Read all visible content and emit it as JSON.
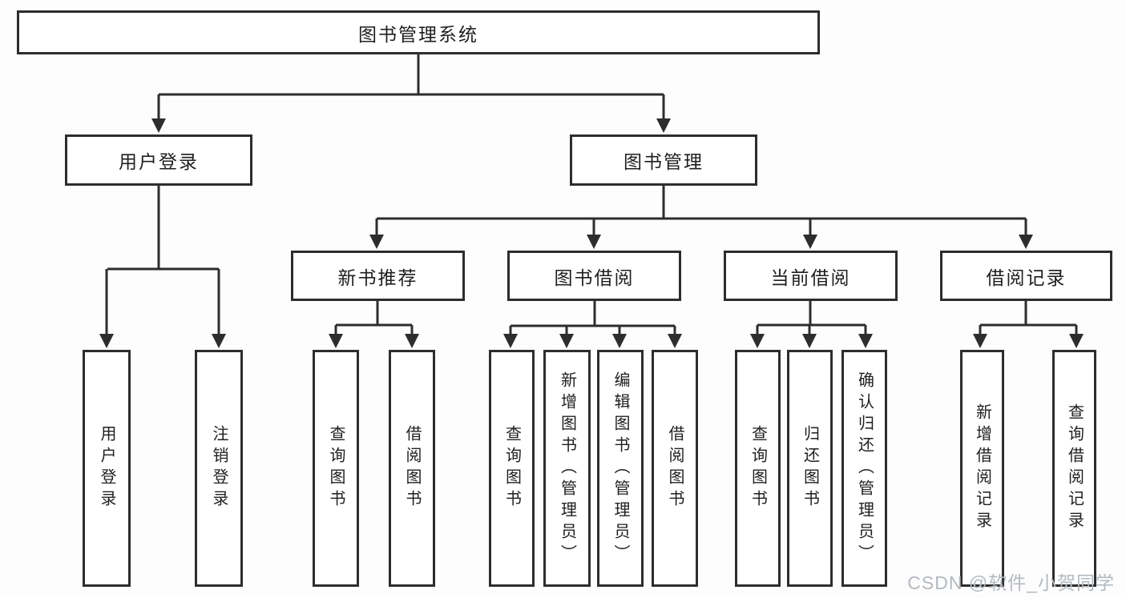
{
  "nodes": {
    "root": {
      "label": "图书管理系统"
    },
    "user_login": {
      "label": "用户登录"
    },
    "book_mgmt": {
      "label": "图书管理"
    },
    "new_book_rec": {
      "label": "新书推荐"
    },
    "book_borrow": {
      "label": "图书借阅"
    },
    "current_borrow": {
      "label": "当前借阅"
    },
    "borrow_records": {
      "label": "借阅记录"
    },
    "leaf_user_login": {
      "label": "用户登录"
    },
    "leaf_logout": {
      "label": "注销登录"
    },
    "leaf_query_book_a": {
      "label": "查询图书"
    },
    "leaf_borrow_book_a": {
      "label": "借阅图书"
    },
    "leaf_query_book_b": {
      "label": "查询图书"
    },
    "leaf_add_book": {
      "label": "新增图书（管理员）"
    },
    "leaf_edit_book": {
      "label": "编辑图书（管理员）"
    },
    "leaf_borrow_book_b": {
      "label": "借阅图书"
    },
    "leaf_query_book_c": {
      "label": "查询图书"
    },
    "leaf_return_book": {
      "label": "归还图书"
    },
    "leaf_confirm_return": {
      "label": "确认归还（管理员）"
    },
    "leaf_add_record": {
      "label": "新增借阅记录"
    },
    "leaf_query_record": {
      "label": "查询借阅记录"
    }
  },
  "edges": [
    [
      "root",
      "user_login"
    ],
    [
      "root",
      "book_mgmt"
    ],
    [
      "user_login",
      "leaf_user_login"
    ],
    [
      "user_login",
      "leaf_logout"
    ],
    [
      "book_mgmt",
      "new_book_rec"
    ],
    [
      "book_mgmt",
      "book_borrow"
    ],
    [
      "book_mgmt",
      "current_borrow"
    ],
    [
      "book_mgmt",
      "borrow_records"
    ],
    [
      "new_book_rec",
      "leaf_query_book_a"
    ],
    [
      "new_book_rec",
      "leaf_borrow_book_a"
    ],
    [
      "book_borrow",
      "leaf_query_book_b"
    ],
    [
      "book_borrow",
      "leaf_add_book"
    ],
    [
      "book_borrow",
      "leaf_edit_book"
    ],
    [
      "book_borrow",
      "leaf_borrow_book_b"
    ],
    [
      "current_borrow",
      "leaf_query_book_c"
    ],
    [
      "current_borrow",
      "leaf_return_book"
    ],
    [
      "current_borrow",
      "leaf_confirm_return"
    ],
    [
      "borrow_records",
      "leaf_add_record"
    ],
    [
      "borrow_records",
      "leaf_query_record"
    ]
  ],
  "watermark": "CSDN @软件_小贺同学",
  "colors": {
    "line": "#2d2d2d",
    "text": "#1f1f1f",
    "box_background": "#ffffff",
    "watermark": "#b3b9bf",
    "background": "#fdfdfd"
  }
}
